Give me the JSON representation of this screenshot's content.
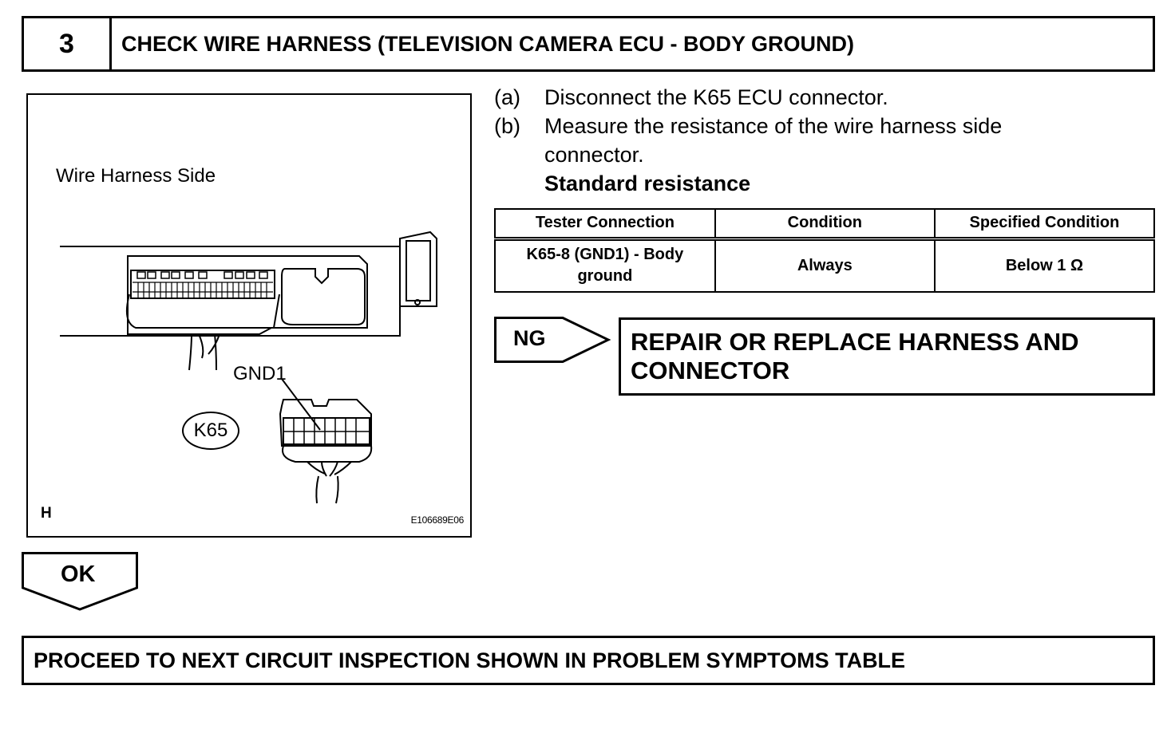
{
  "step": {
    "number": "3",
    "title": "CHECK WIRE HARNESS (TELEVISION CAMERA ECU - BODY GROUND)"
  },
  "figure": {
    "side_label": "Wire Harness Side",
    "pin_label": "GND1",
    "connector_label": "K65",
    "corner_label": "H",
    "figure_code": "E106689E06"
  },
  "instructions": [
    {
      "letter": "(a)",
      "text": "Disconnect the K65 ECU connector."
    },
    {
      "letter": "(b)",
      "text": "Measure the resistance of the wire harness side connector."
    }
  ],
  "standard_label": "Standard resistance",
  "table": {
    "headers": [
      "Tester Connection",
      "Condition",
      "Specified Condition"
    ],
    "rows": [
      [
        "K65-8 (GND1) - Body ground",
        "Always",
        "Below 1 Ω"
      ]
    ]
  },
  "ng": {
    "label": "NG",
    "action": "REPAIR OR REPLACE HARNESS AND CONNECTOR"
  },
  "ok": {
    "label": "OK",
    "action": "PROCEED TO NEXT CIRCUIT INSPECTION SHOWN IN PROBLEM SYMPTOMS TABLE"
  }
}
